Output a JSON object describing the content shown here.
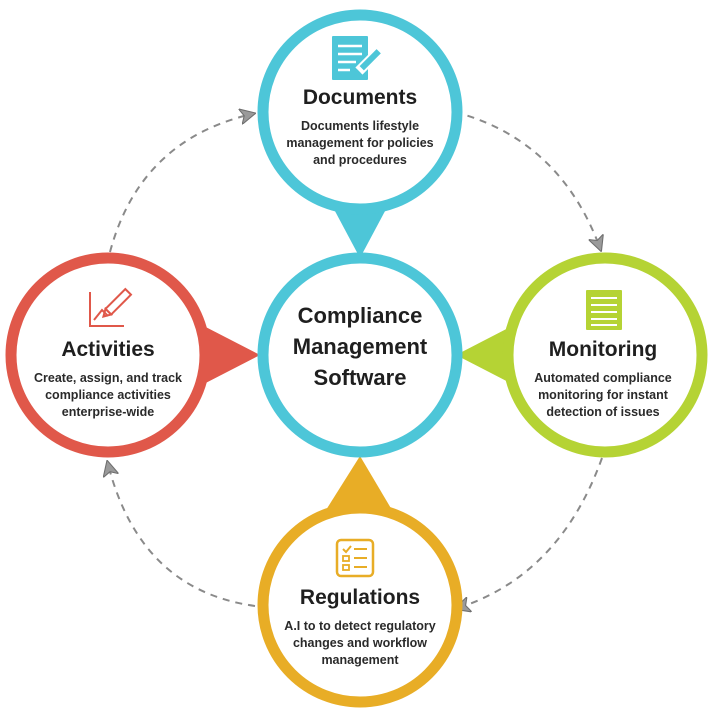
{
  "center": {
    "line1": "Compliance",
    "line2": "Management",
    "line3": "Software",
    "color": "#4dc6d8"
  },
  "nodes": {
    "documents": {
      "title": "Documents",
      "desc": [
        "Documents lifestyle",
        "management for policies",
        "and procedures"
      ],
      "color": "#4dc6d8",
      "icon": "document-pencil-icon"
    },
    "monitoring": {
      "title": "Monitoring",
      "desc": [
        "Automated compliance",
        "monitoring for instant",
        "detection of issues"
      ],
      "color": "#b5d334",
      "icon": "list-document-icon"
    },
    "regulations": {
      "title": "Regulations",
      "desc": [
        "A.I to to detect regulatory",
        "changes and workflow",
        "management"
      ],
      "color": "#e8ad26",
      "icon": "checklist-icon"
    },
    "activities": {
      "title": "Activities",
      "desc": [
        "Create, assign, and track",
        "compliance activities",
        "enterprise-wide"
      ],
      "color": "#e0584a",
      "icon": "chart-pencil-icon"
    }
  },
  "connector_color": "#8a8a8a"
}
